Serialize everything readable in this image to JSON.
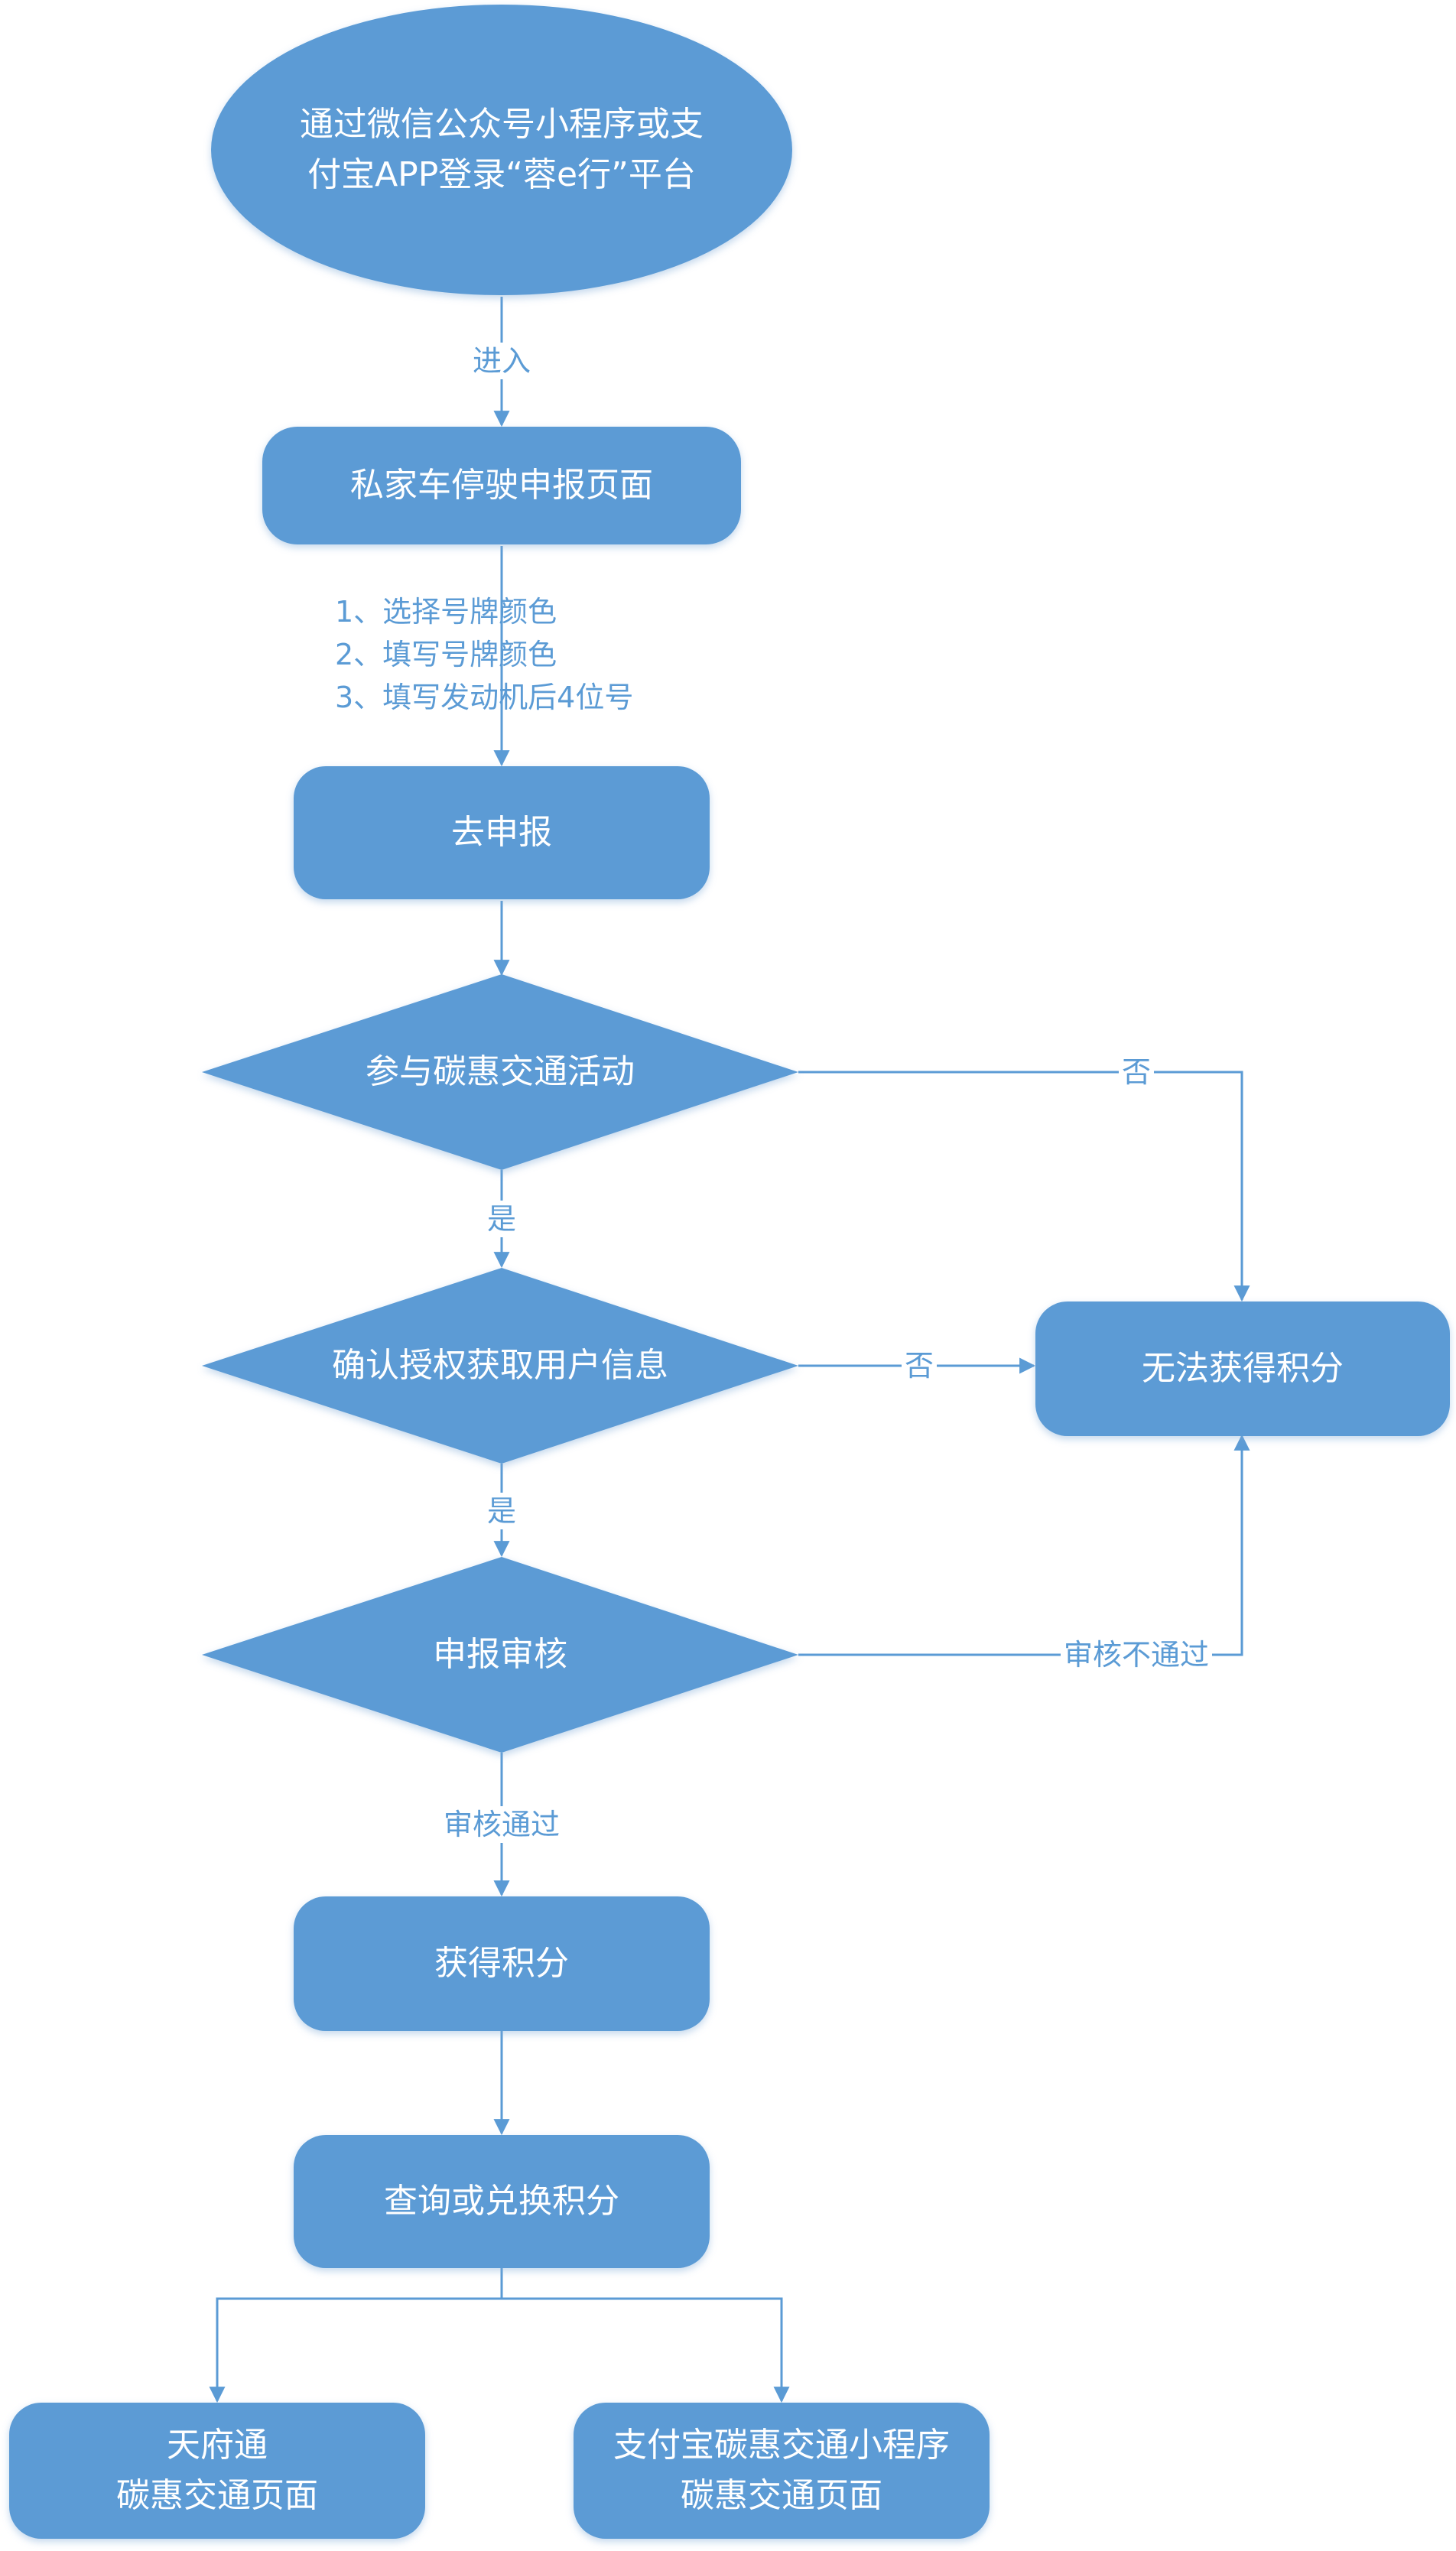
{
  "nodes": {
    "start": {
      "line1": "通过微信公众号小程序或支",
      "line2": "付宝APP登录“蓉e行”平台"
    },
    "declare_page": "私家车停驶申报页面",
    "steps": [
      "1、选择号牌颜色",
      "2、填写号牌颜色",
      "3、填写发动机后4位号"
    ],
    "go_declare": "去申报",
    "participate": "参与碳惠交通活动",
    "authorize": "确认授权获取用户信息",
    "review": "申报审核",
    "no_points": "无法获得积分",
    "get_points": "获得积分",
    "query_redeem": "查询或兑换积分",
    "tianfutong": {
      "line1": "天府通",
      "line2": "碳惠交通页面"
    },
    "alipay": {
      "line1": "支付宝碳惠交通小程序",
      "line2": "碳惠交通页面"
    }
  },
  "edge_labels": {
    "enter": "进入",
    "yes1": "是",
    "no1": "否",
    "no2": "否",
    "yes2": "是",
    "review_fail": "审核不通过",
    "review_pass": "审核通过"
  },
  "colors": {
    "fill": "#5b9bd5",
    "line": "#5b9bd5",
    "text": "#ffffff",
    "label": "#5b9bd5"
  }
}
